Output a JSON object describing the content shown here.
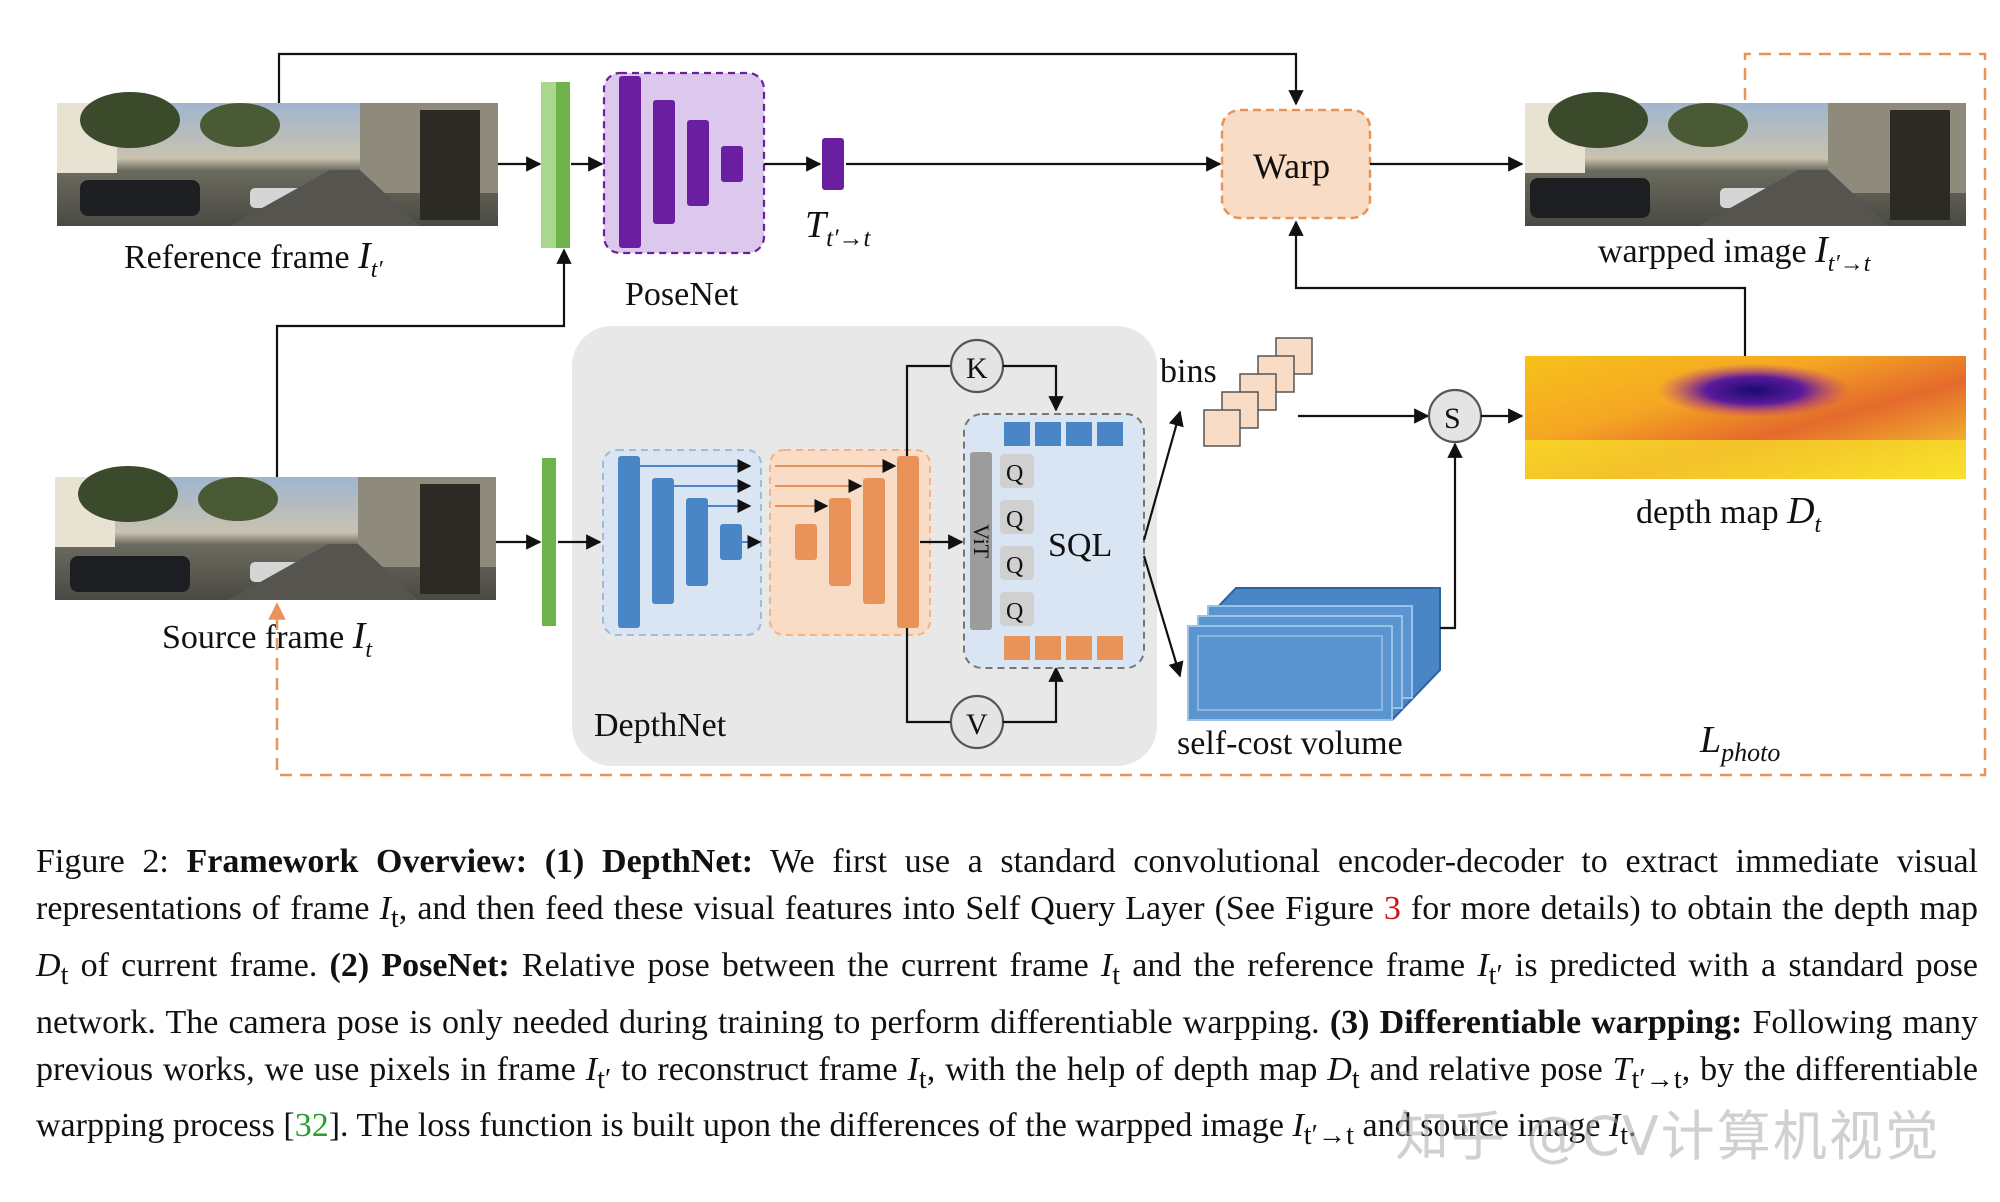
{
  "figure": {
    "reference_label": "Reference frame ",
    "reference_sym": "I",
    "reference_sub": "t′",
    "source_label": "Source frame ",
    "source_sym": "I",
    "source_sub": "t",
    "posenet_label": "PoseNet",
    "pose_sym": "T",
    "pose_sub": "t′→t",
    "warp_label": "Warp",
    "warped_label": "warpped image ",
    "warped_sym": "I",
    "warped_sub": "t′→t",
    "depthnet_label": "DepthNet",
    "bins_label": "bins",
    "sql_label": "SQL",
    "vit_label": "ViT",
    "k_label": "K",
    "v_label": "V",
    "q_label": "Q",
    "s_label": "S",
    "cost_label": "self-cost volume",
    "depth_label": "depth map ",
    "depth_sym": "D",
    "depth_sub": "t",
    "loss_sym": "L",
    "loss_sub": "photo"
  },
  "caption": {
    "fig_no": "Figure 2: ",
    "title": "Framework Overview: (1) DepthNet:",
    "p1": " We first use a standard convolutional encoder-decoder to extract immediate visual representations of frame ",
    "p1_sym": "I",
    "p1_sub": "t",
    "p2": ", and then feed these visual features into Self Query Layer (See Figure ",
    "fig_ref": "3",
    "p3": " for more details) to obtain the depth map ",
    "p3_sym": "D",
    "p3_sub": "t",
    "p4": " of current frame. ",
    "h2": "(2) PoseNet:",
    "p5": " Relative pose between the current frame ",
    "p5_sym": "I",
    "p5_sub": "t",
    "p6": " and the reference frame ",
    "p6_sym": "I",
    "p6_sub": "t′",
    "p7": " is predicted with a standard pose network. The camera pose is only needed during training to perform differentiable warpping. ",
    "h3": "(3) Differentiable warpping:",
    "p8": " Following many previous works, we use pixels in frame ",
    "p8_sym": "I",
    "p8_sub": "t′",
    "p9": " to reconstruct frame ",
    "p9_sym": "I",
    "p9_sub": "t",
    "p10": ", with the help of depth map ",
    "p10_sym": "D",
    "p10_sub": "t",
    "p11": " and relative pose ",
    "p11_sym": "T",
    "p11_sub": "t′→t",
    "p12": ", by the differentiable warpping process [",
    "cite": "32",
    "p13": "]. The loss function is built upon the differences of the warpped image ",
    "p13_sym": "I",
    "p13_sub": "t′→t",
    "p14": " and source image ",
    "p14_sym": "I",
    "p14_sub": "t",
    "p15": "."
  },
  "watermark": "知乎 @CV计算机视觉",
  "colors": {
    "green": "#6db34a",
    "green_light": "#a9d88c",
    "purple": "#6a1fa0",
    "purple_fill": "#dcc8ec",
    "blue": "#4a86c5",
    "blue_fill": "#d9e5f2",
    "orange": "#e8935a",
    "orange_fill": "#f9dcc6",
    "gray_panel": "#e8e8e8",
    "dashed_orange": "#e8935a"
  }
}
